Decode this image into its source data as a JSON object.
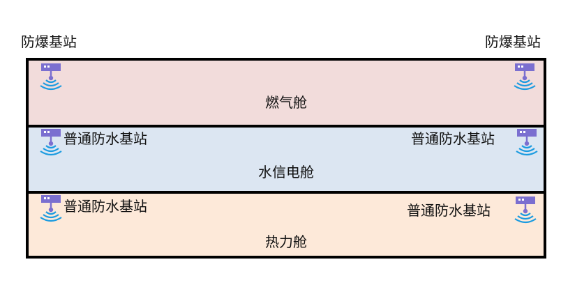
{
  "labels": {
    "explosion_proof_station_left": "防爆基站",
    "explosion_proof_station_right": "防爆基站"
  },
  "cabins": {
    "gas": {
      "name": "燃气舱",
      "color": "#f2dcdb"
    },
    "water_power": {
      "name": "水信电舱",
      "color": "#dce6f2",
      "station_left": "普通防水基站",
      "station_right": "普通防水基站"
    },
    "heat": {
      "name": "热力舱",
      "color": "#fde9d9",
      "station_left": "普通防水基站",
      "station_right": "普通防水基站"
    }
  },
  "icons": {
    "base_station": "wireless-base-station-icon"
  },
  "colors": {
    "device": "#7b6fd0",
    "signal": "#1b9be0",
    "border": "#000000"
  }
}
